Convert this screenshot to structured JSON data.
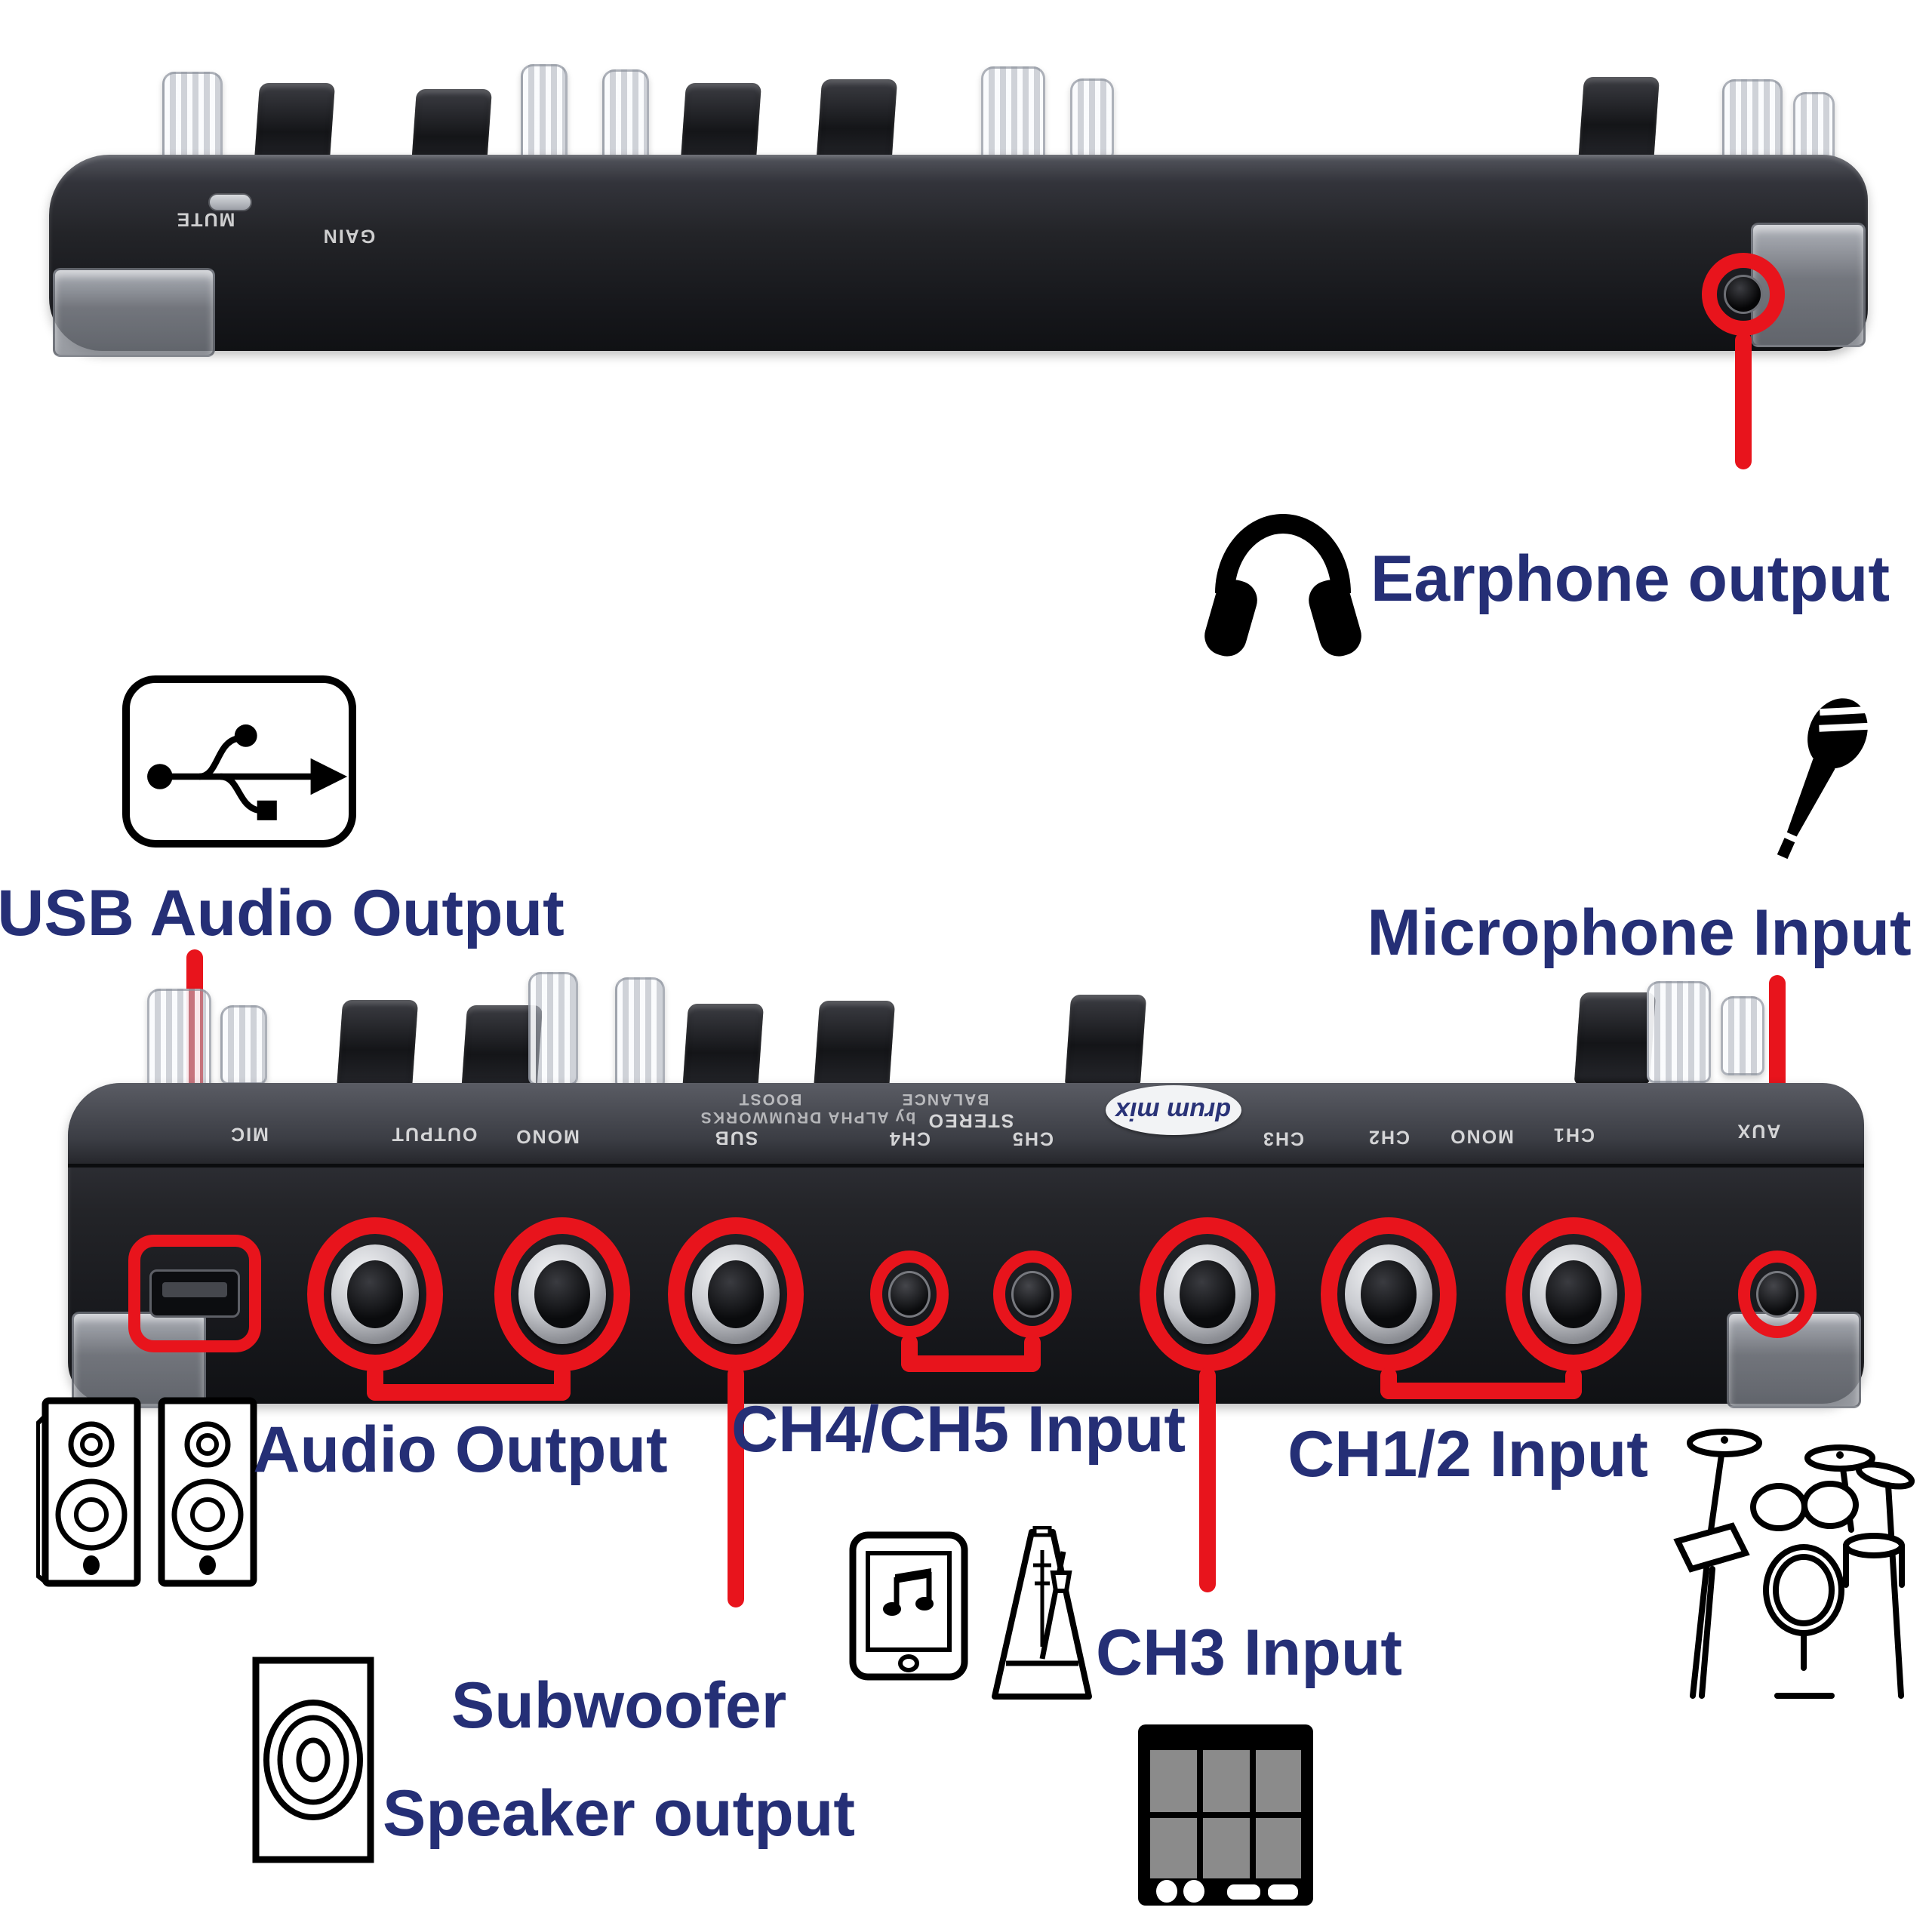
{
  "colors": {
    "label_navy": "#252f76",
    "callout_red": "#e8141c"
  },
  "labels": {
    "earphone_output": "Earphone output",
    "usb_audio_output": "USB Audio Output",
    "microphone_input": "Microphone Input",
    "audio_output": "Audio Output",
    "ch4_ch5_input": "CH4/CH5 Input",
    "ch1_2_input": "CH1/2 Input",
    "subwoofer_line1": "Subwoofer",
    "subwoofer_line2": "Speaker output",
    "ch3_input": "CH3 Input"
  },
  "device_text": {
    "mute": "MUTE",
    "gain": "GAIN",
    "logo": "drum mix",
    "brand": "by ALPHA DRUMWORKS",
    "panel": {
      "mic": "MIC",
      "output": "OUTPUT",
      "mono": "MONO",
      "sub": "SUB",
      "boost": "BOOST",
      "balance": "BALANCE",
      "stereo": "STEREO",
      "ch4": "CH4",
      "ch5": "CH5",
      "ch3": "CH3",
      "ch2": "CH2",
      "ch1": "CH1",
      "aux": "AUX"
    }
  }
}
